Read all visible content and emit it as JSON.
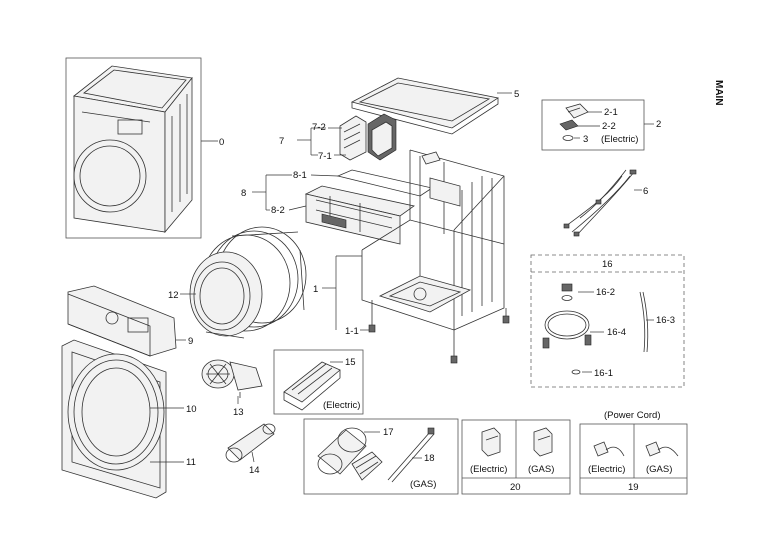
{
  "side_label": "MAIN",
  "callouts": {
    "c0": "0",
    "c1": "1",
    "c1_1": "1-1",
    "c2": "2",
    "c2_1": "2-1",
    "c2_2": "2-2",
    "c3": "3",
    "c2_note": "(Electric)",
    "c5": "5",
    "c6": "6",
    "c7": "7",
    "c7_1": "7-1",
    "c7_2": "7-2",
    "c8": "8",
    "c8_1": "8-1",
    "c8_2": "8-2",
    "c9": "9",
    "c10": "10",
    "c11": "11",
    "c12": "12",
    "c13": "13",
    "c14": "14",
    "c15": "15",
    "c15_note": "(Electric)",
    "c16": "16",
    "c16_1": "16-1",
    "c16_2": "16-2",
    "c16_3": "16-3",
    "c16_4": "16-4",
    "c17": "17",
    "c18": "18",
    "c18_note": "(GAS)"
  },
  "box20": {
    "left_label": "(Electric)",
    "right_label": "(GAS)",
    "number": "20"
  },
  "box19": {
    "title": "(Power Cord)",
    "left_label": "(Electric)",
    "right_label": "(GAS)",
    "number": "19"
  }
}
